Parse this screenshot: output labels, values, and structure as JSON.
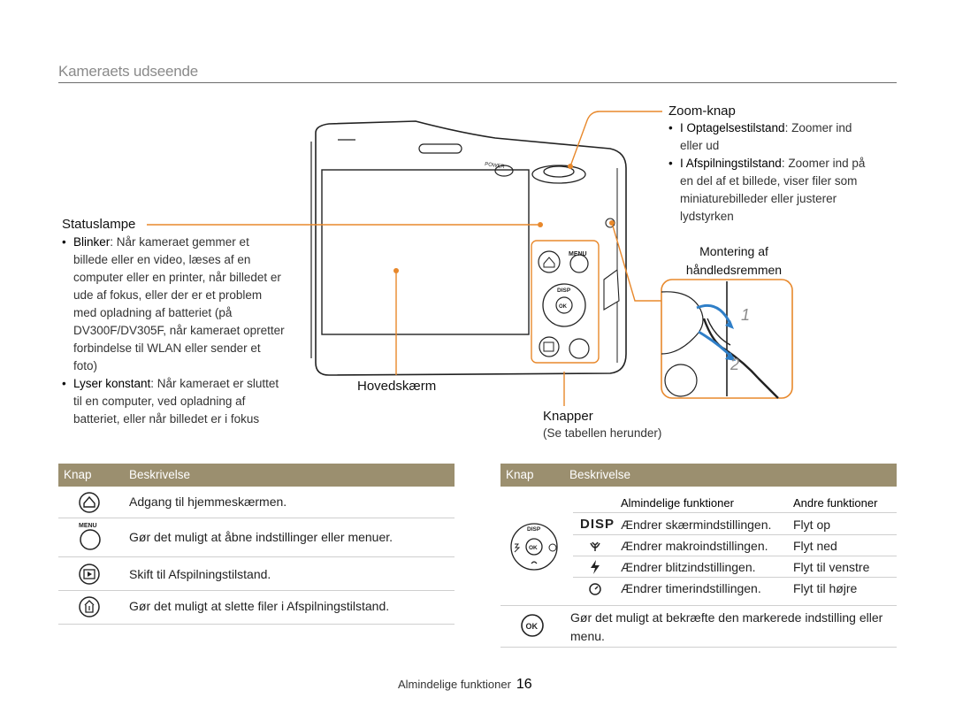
{
  "section_title": "Kameraets udseende",
  "callouts": {
    "status_lamp": {
      "title": "Statuslampe",
      "items": [
        {
          "term": "Blinker",
          "text": ": Når kameraet gemmer et billede eller en video, læses af en computer eller en printer, når billedet er ude af fokus, eller der er et problem med opladning af batteriet (på DV300F/DV305F, når kameraet opretter forbindelse til WLAN eller sender et foto)"
        },
        {
          "term": "Lyser konstant",
          "text": ": Når kameraet er sluttet til en computer, ved opladning af batteriet, eller når billedet er i fokus"
        }
      ]
    },
    "zoom": {
      "title": "Zoom-knap",
      "items": [
        {
          "term": "I Optagelsestilstand",
          "text": ": Zoomer ind eller ud"
        },
        {
          "term": "I Afspilningstilstand",
          "text": ": Zoomer ind på en del af et billede, viser filer som miniaturebilleder eller justerer lydstyrken"
        }
      ]
    },
    "strap": {
      "line1": "Montering af",
      "line2": "håndledsremmen"
    },
    "main_screen": "Hovedskærm",
    "buttons": {
      "title": "Knapper",
      "sub": "(Se tabellen herunder)"
    }
  },
  "camera_labels": {
    "power": "POWER",
    "menu": "MENU",
    "disp": "DISP",
    "ok": "OK",
    "step1": "1",
    "step2": "2"
  },
  "left_table": {
    "col1": "Knap",
    "col2": "Beskrivelse",
    "rows": [
      {
        "icon": "home-icon",
        "text": "Adgang til hjemmeskærmen."
      },
      {
        "icon": "menu-button-icon",
        "icon_label": "MENU",
        "text": "Gør det muligt at åbne indstillinger eller menuer."
      },
      {
        "icon": "playback-icon",
        "text": "Skift til Afspilningstilstand."
      },
      {
        "icon": "delete-icon",
        "text": "Gør det muligt at slette filer i Afspilningstilstand."
      }
    ]
  },
  "right_table": {
    "col1": "Knap",
    "col2": "Beskrivelse",
    "sub_head_general": "Almindelige funktioner",
    "sub_head_other": "Andre funktioner",
    "nav_rows": [
      {
        "icon": "disp-icon",
        "icon_label": "DISP",
        "general": "Ændrer skærmindstillingen.",
        "other": "Flyt op"
      },
      {
        "icon": "macro-icon",
        "general": "Ændrer makroindstillingen.",
        "other": "Flyt ned"
      },
      {
        "icon": "flash-icon",
        "general": "Ændrer blitzindstillingen.",
        "other": "Flyt til venstre"
      },
      {
        "icon": "timer-icon",
        "general": "Ændrer timerindstillingen.",
        "other": "Flyt til højre"
      }
    ],
    "ok_row": {
      "icon": "ok-icon",
      "icon_label": "OK",
      "text_line1": "Gør det muligt at bekræfte den markerede indstilling eller",
      "text_line2": "menu."
    }
  },
  "footer": {
    "text": "Almindelige funktioner",
    "page": "16"
  },
  "colors": {
    "accent": "#e8882b",
    "header_bg": "#9b8f6f",
    "arrow_blue": "#2f7fc8"
  }
}
